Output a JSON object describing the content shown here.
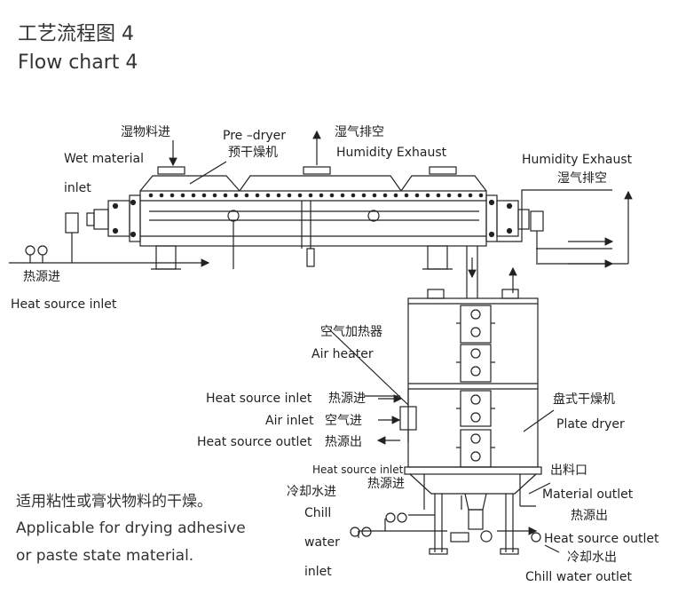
{
  "header": {
    "title_cn": "工艺流程图 4",
    "title_en": "Flow chart 4"
  },
  "labels": {
    "wet_material_cn": "湿物料进",
    "wet_material_en_1": "Wet material",
    "wet_material_en_2": "inlet",
    "predryer_en": "Pre –dryer",
    "predryer_cn": "预干燥机",
    "humidity_top_cn": "湿气排空",
    "humidity_top_en": "Humidity Exhaust",
    "humidity_right_en": "Humidity Exhaust",
    "humidity_right_cn": "湿气排空",
    "heat_source_cn": "热源进",
    "heat_source_en": "Heat source inlet",
    "air_heater_cn": "空气加热器",
    "air_heater_en": "Air heater",
    "hs_inlet_en": "Heat source inlet",
    "hs_inlet_cn": "热源进",
    "air_inlet_en": "Air inlet",
    "air_inlet_cn": "空气进",
    "hs_outlet_en": "Heat source outlet",
    "hs_outlet_cn": "热源出",
    "plate_dryer_cn": "盘式干燥机",
    "plate_dryer_en": "Plate dryer",
    "hs_inlet_small_en": "Heat source inlet",
    "hs_inlet_small_cn": "热源进",
    "chill_inlet_cn": "冷却水进",
    "chill_inlet_en_1": "Chill",
    "chill_inlet_en_2": "water",
    "chill_inlet_en_3": "inlet",
    "material_outlet_cn": "出料口",
    "material_outlet_en": "Material outlet",
    "hs_outlet_bottom_cn": "热源出",
    "hs_outlet_bottom_en": "Heat source outlet",
    "chill_outlet_cn": "冷却水出",
    "chill_outlet_en": "Chill water outlet"
  },
  "notes": {
    "line_cn": "适用粘性或膏状物料的干燥。",
    "line_en_1": "Applicable for drying adhesive",
    "line_en_2": "or paste state material."
  }
}
